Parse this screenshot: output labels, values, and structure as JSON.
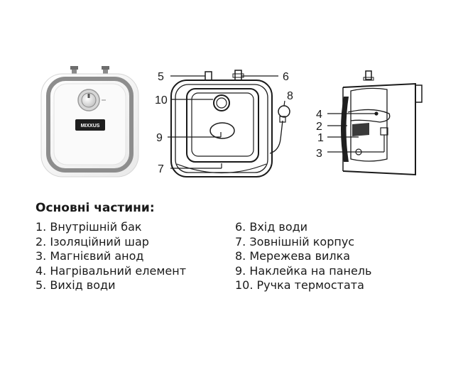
{
  "front_view": {
    "brand_label": "MIXXUS"
  },
  "callouts": {
    "front_diagram": [
      "5",
      "6",
      "10",
      "8",
      "9",
      "7"
    ],
    "side_diagram": [
      "4",
      "2",
      "1",
      "3"
    ]
  },
  "legend": {
    "title": "Основні частини:",
    "left": [
      "1. Внутрішній бак",
      "2. Ізоляційний шар",
      "3. Магнієвий анод",
      "4. Нагрівальний елемент",
      "5. Вихід води"
    ],
    "right": [
      "6. Вхід води",
      "7. Зовнішній корпус",
      "8. Мережева вилка",
      "9. Наклейка на панель",
      "10. Ручка термостата"
    ]
  }
}
